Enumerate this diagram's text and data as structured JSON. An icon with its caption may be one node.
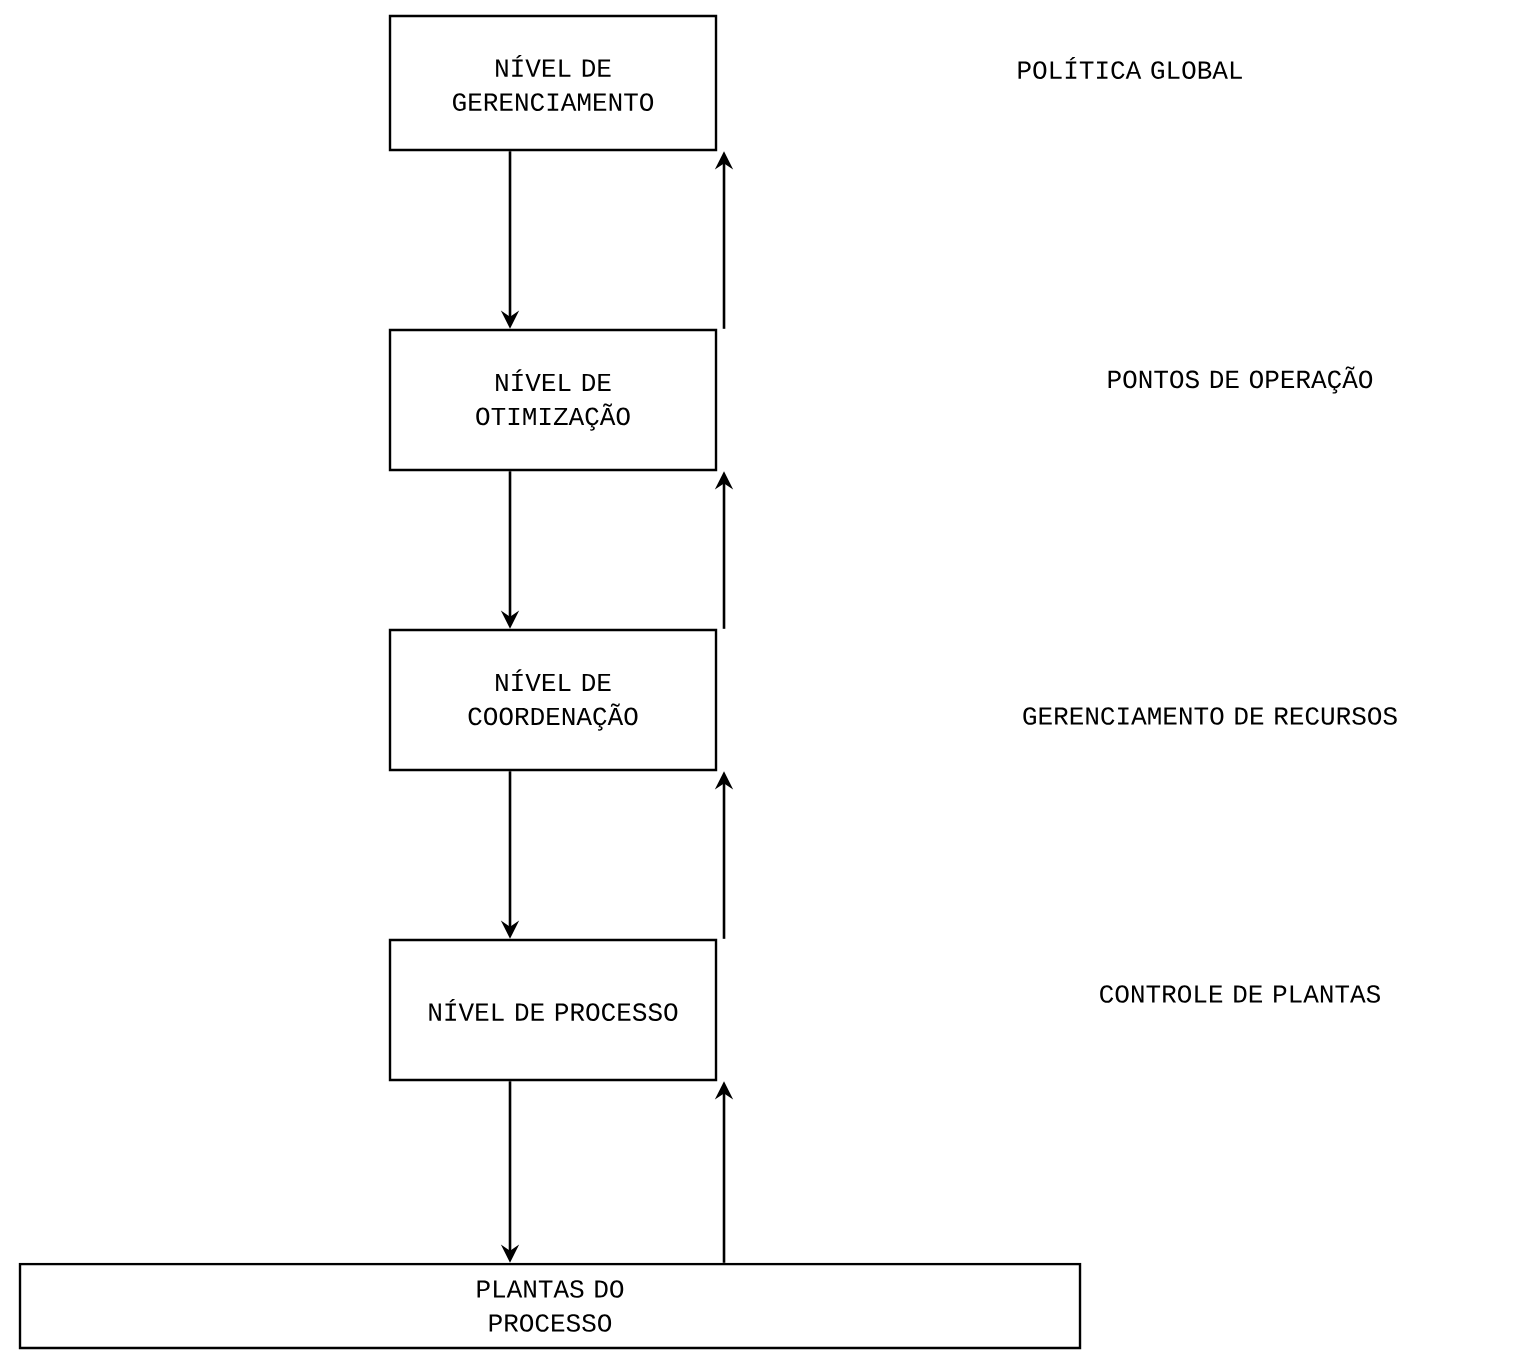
{
  "diagram": {
    "nodes": [
      {
        "text": [
          "NÍVEL DE GERENCIAMENTO"
        ]
      },
      {
        "text": [
          "NÍVEL DE OTIMIZAÇÃO"
        ]
      },
      {
        "text": [
          "NÍVEL DE COORDENAÇÃO"
        ]
      },
      {
        "text": [
          "NÍVEL DE PROCESSO"
        ]
      },
      {
        "text": [
          "PLANTAS DO PROCESSO"
        ]
      }
    ],
    "edges": [
      {
        "from": 0,
        "to": 1,
        "arrow": "to"
      },
      {
        "from": 1,
        "to": 0,
        "arrow": "to"
      },
      {
        "from": 1,
        "to": 2,
        "arrow": "to"
      },
      {
        "from": 2,
        "to": 1,
        "arrow": "to"
      },
      {
        "from": 2,
        "to": 3,
        "arrow": "to"
      },
      {
        "from": 3,
        "to": 2,
        "arrow": "to"
      },
      {
        "from": 3,
        "to": 4,
        "arrow": "to"
      },
      {
        "from": 4,
        "to": 3,
        "arrow": "to"
      }
    ],
    "labels": [
      "POLÍTICA GLOBAL",
      "PONTOS DE OPERAÇÃO",
      "GERENCIAMENTO DE RECURSOS",
      "CONTROLE DE PLANTAS"
    ]
  }
}
